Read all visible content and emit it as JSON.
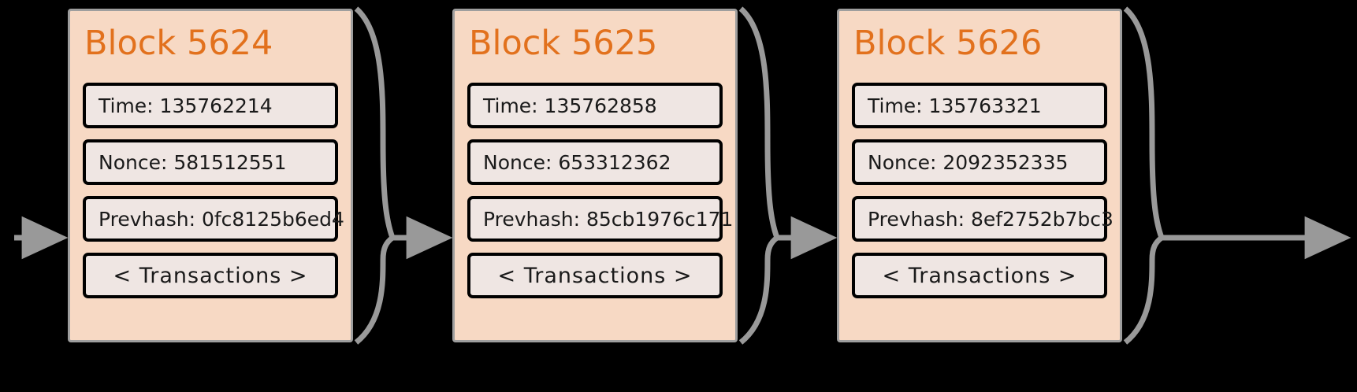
{
  "diagram": {
    "type": "blockchain-chain",
    "background_color": "#000000",
    "block_fill": "#f7d9c4",
    "block_border": "#9e9e9e",
    "field_fill": "#efe6e3",
    "field_border": "#000000",
    "title_color": "#e2711d",
    "arrow_color": "#999999",
    "labels": {
      "time_prefix": "Time: ",
      "nonce_prefix": "Nonce: ",
      "prevhash_prefix": "Prevhash: ",
      "transactions": "< Transactions >"
    },
    "blocks": [
      {
        "title": "Block 5624",
        "time": "Time: 135762214",
        "nonce": "Nonce: 581512551",
        "prevhash": "Prevhash: 0fc8125b6ed4",
        "transactions": "< Transactions >"
      },
      {
        "title": "Block 5625",
        "time": "Time: 135762858",
        "nonce": "Nonce: 653312362",
        "prevhash": "Prevhash: 85cb1976c171",
        "transactions": "< Transactions >"
      },
      {
        "title": "Block 5626",
        "time": "Time: 135763321",
        "nonce": "Nonce: 2092352335",
        "prevhash": "Prevhash: 8ef2752b7bc3",
        "transactions": "< Transactions >"
      }
    ]
  }
}
